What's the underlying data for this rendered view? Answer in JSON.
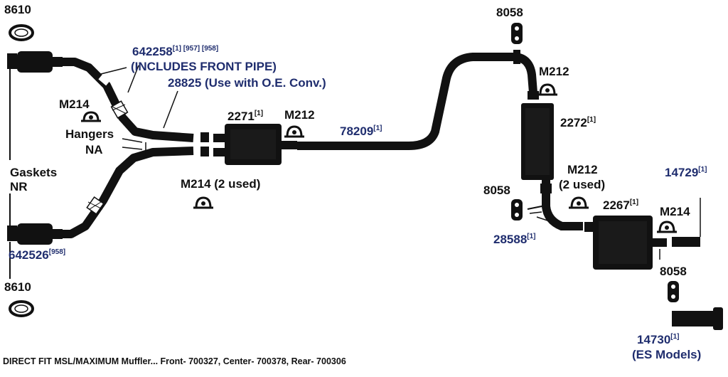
{
  "labels": {
    "gasket_top": "8610",
    "gasket_bottom": "8610",
    "front_pipe_part": "642258",
    "front_pipe_refs": "[1] [957] [958]",
    "front_pipe_note": "(INCLUDES FRONT PIPE)",
    "pipe_28825": "28825 (Use with O.E. Conv.)",
    "m214_left": "M214",
    "hangers": "Hangers",
    "hangers_na": "NA",
    "gaskets": "Gaskets",
    "gaskets_nr": "NR",
    "part_642526": "642526",
    "part_642526_ref": "[958]",
    "muffler_2271": "2271",
    "muffler_2271_ref": "[1]",
    "m212_center": "M212",
    "m214_center": "M214 (2 used)",
    "pipe_78209": "78209",
    "pipe_78209_ref": "[1]",
    "hanger_8058_top": "8058",
    "m212_upper_right": "M212",
    "resonator_2272": "2272",
    "resonator_2272_ref": "[1]",
    "m212_lower_right": "M212",
    "m212_lower_right_note": "(2 used)",
    "hanger_8058_mid": "8058",
    "muffler_2267": "2267",
    "muffler_2267_ref": "[1]",
    "m214_right": "M214",
    "tip_14729": "14729",
    "tip_14729_ref": "[1]",
    "pipe_28588": "28588",
    "pipe_28588_ref": "[1]",
    "hanger_8058_bottom": "8058",
    "tip_14730": "14730",
    "tip_14730_ref": "[1]",
    "tip_14730_note": "(ES Models)"
  },
  "caption": "DIRECT FIT MSL/MAXIMUM Muffler... Front- 700327, Center- 700378, Rear- 700306"
}
